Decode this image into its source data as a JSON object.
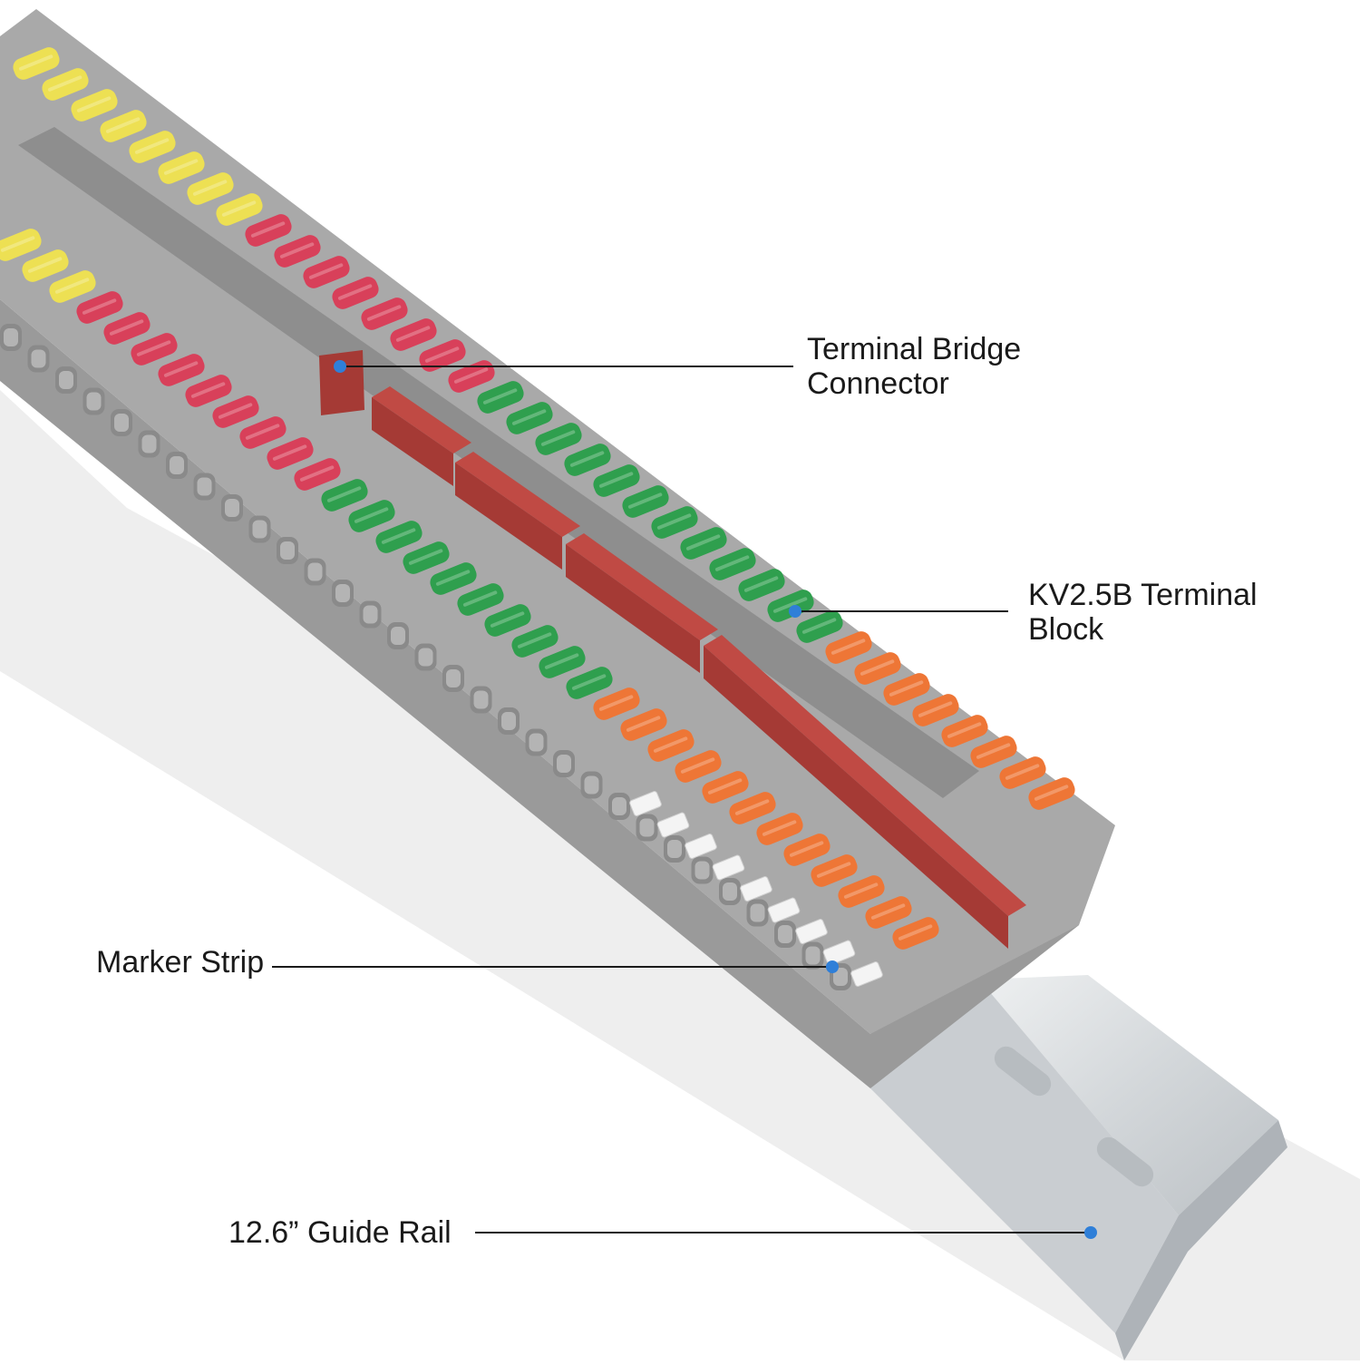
{
  "colors": {
    "background": "#ffffff",
    "housing": "#a7a7a7",
    "housing_dark": "#8c8c8c",
    "lever_yellow": "#ede053",
    "lever_red": "#d8405a",
    "lever_green": "#2f9f4e",
    "lever_orange": "#ee7636",
    "marker_white": "#f4f4f4",
    "bridge": "#a53a35",
    "rail": "#d6dadd",
    "callout_line": "#1a1a1a",
    "callout_dot": "#2f7fd8"
  },
  "callouts": [
    {
      "name": "terminal-bridge-connector",
      "lines": [
        "Terminal Bridge",
        "Connector"
      ]
    },
    {
      "name": "kv25b-terminal-block",
      "lines": [
        "KV2.5B Terminal",
        "Block"
      ]
    },
    {
      "name": "marker-strip",
      "lines": [
        "Marker Strip"
      ]
    },
    {
      "name": "guide-rail",
      "lines": [
        "12.6” Guide Rail"
      ]
    }
  ]
}
